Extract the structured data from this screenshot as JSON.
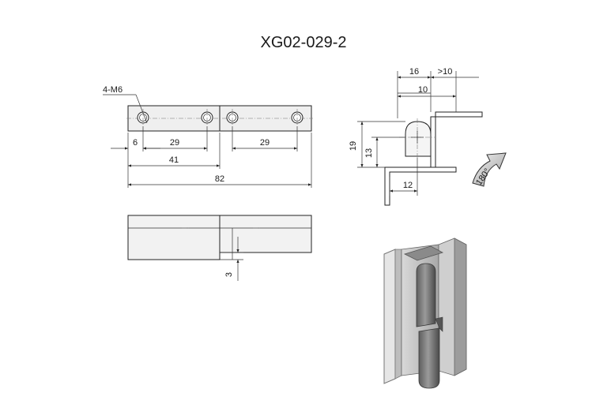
{
  "title": "XG02-029-2",
  "front_view": {
    "hole_callout": "4-M6",
    "dim_6": "6",
    "dim_29_left": "29",
    "dim_29_right": "29",
    "dim_41": "41",
    "dim_82": "82"
  },
  "bottom_view": {
    "dim_3": "3"
  },
  "side_view": {
    "dim_16": "16",
    "dim_gt10": ">10",
    "dim_10": "10",
    "dim_19": "19",
    "dim_13": "13",
    "dim_12": "12",
    "rotation_label": "180°"
  },
  "colors": {
    "line": "#222222",
    "plate_fill": "#efefef",
    "steel_dark": "#6f6f6f",
    "steel_light": "#c9c9c9"
  }
}
